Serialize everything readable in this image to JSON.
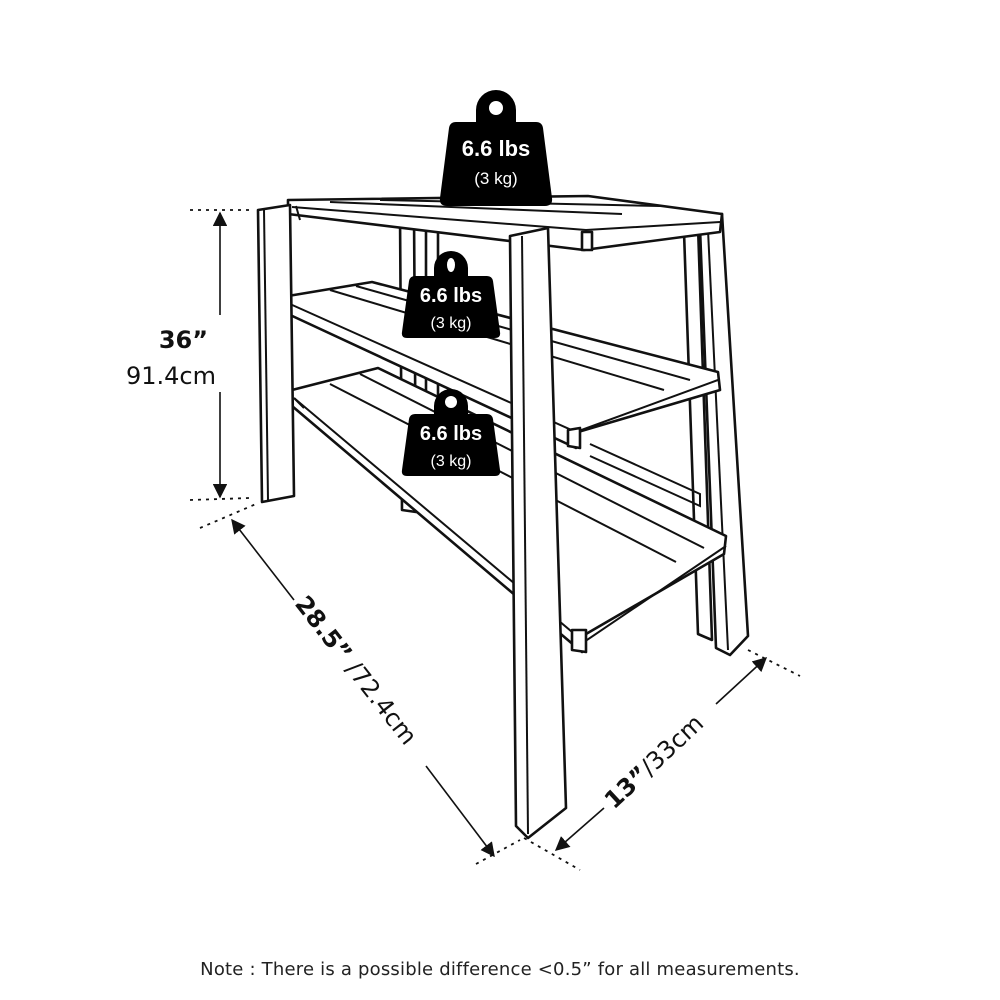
{
  "product": {
    "type": "3-tier shelf / console table line drawing"
  },
  "dimensions": {
    "height": {
      "imperial": "36”",
      "metric": "91.4cm"
    },
    "length": {
      "imperial": "28.5”",
      "separator": " /",
      "metric": "72.4cm"
    },
    "depth": {
      "imperial": "13”",
      "separator": "/",
      "metric": "33cm"
    }
  },
  "weights": [
    {
      "shelf": "top",
      "lbs": "6.6 lbs",
      "kg": "(3 kg)"
    },
    {
      "shelf": "middle",
      "lbs": "6.6 lbs",
      "kg": "(3 kg)"
    },
    {
      "shelf": "bottom",
      "lbs": "6.6 lbs",
      "kg": "(3 kg)"
    }
  ],
  "note": "Note : There is a possible difference <0.5” for all measurements.",
  "colors": {
    "line": "#111111",
    "background": "#ffffff",
    "weight_fill": "#000000",
    "weight_text": "#ffffff"
  }
}
